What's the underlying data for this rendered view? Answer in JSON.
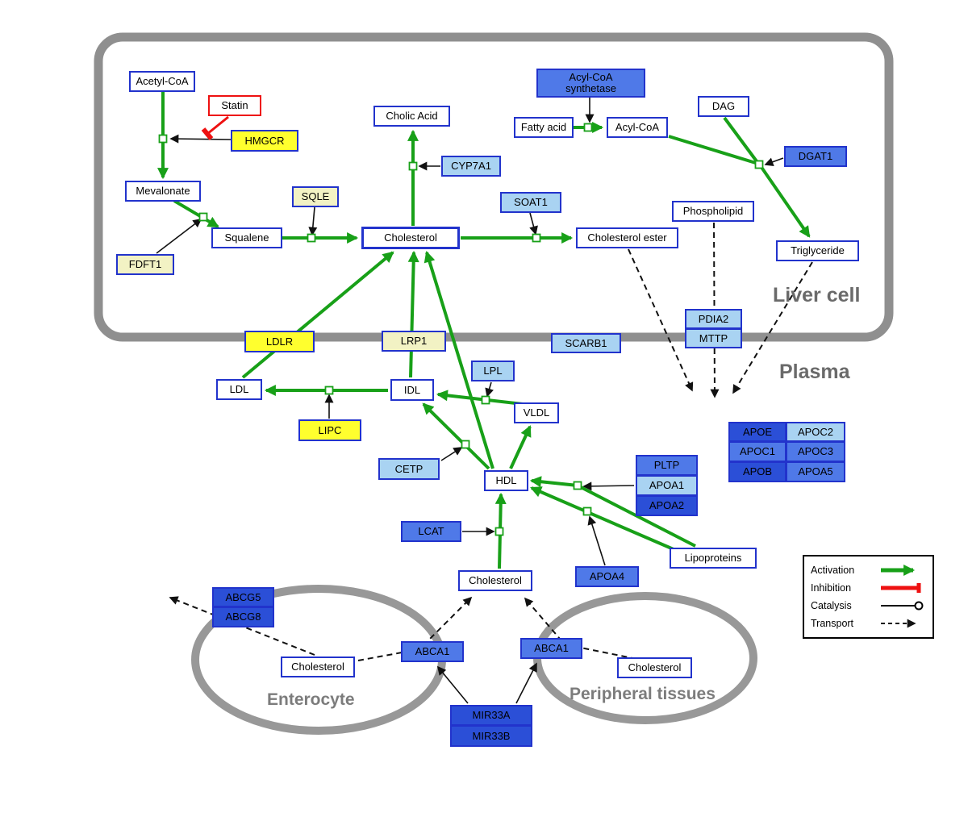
{
  "compartments": {
    "liver": "Liver cell",
    "plasma": "Plasma",
    "enterocyte": "Enterocyte",
    "peripheral": "Peripheral tissues"
  },
  "legend": {
    "activation": "Activation",
    "inhibition": "Inhibition",
    "catalysis": "Catalysis",
    "transport": "Transport"
  },
  "colors": {
    "activation_green": "#18a018",
    "inhibition_red": "#ee1111",
    "node_border_blue": "#2233cc",
    "compartment_gray": "#8f8f8f",
    "fill_yellow": "#ffff2e",
    "fill_pale_yellow": "#f2f2c4",
    "fill_light_blue": "#a9d3f2",
    "fill_medium_blue": "#4f79e8",
    "fill_dark_blue": "#2b4fd7"
  },
  "nodes": {
    "acetyl_coa": "Acetyl-CoA",
    "statin": "Statin",
    "hmgcr": "HMGCR",
    "mevalonate": "Mevalonate",
    "fdft1": "FDFT1",
    "squalene": "Squalene",
    "sqle": "SQLE",
    "cholic_acid": "Cholic Acid",
    "cyp7a1": "CYP7A1",
    "cholesterol_liver": "Cholesterol",
    "soat1": "SOAT1",
    "cholesterol_ester": "Cholesterol ester",
    "acyl_coa_synthetase": "Acyl-CoA synthetase",
    "fatty_acid": "Fatty acid",
    "acyl_coa": "Acyl-CoA",
    "dag": "DAG",
    "dgat1": "DGAT1",
    "phospholipid": "Phospholipid",
    "triglyceride": "Triglyceride",
    "pdia2": "PDIA2",
    "mttp": "MTTP",
    "ldlr": "LDLR",
    "lrp1": "LRP1",
    "scarb1": "SCARB1",
    "ldl": "LDL",
    "idl": "IDL",
    "lpl": "LPL",
    "vldl": "VLDL",
    "lipc": "LIPC",
    "cetp": "CETP",
    "hdl": "HDL",
    "pltp": "PLTP",
    "apoa1": "APOA1",
    "apoa2": "APOA2",
    "apoe": "APOE",
    "apoc2": "APOC2",
    "apoc1": "APOC1",
    "apoc3": "APOC3",
    "apob": "APOB",
    "apoa5": "APOA5",
    "lcat": "LCAT",
    "apoa4": "APOA4",
    "lipoproteins": "Lipoproteins",
    "cholesterol_plasma": "Cholesterol",
    "abcg5": "ABCG5",
    "abcg8": "ABCG8",
    "cholesterol_enterocyte": "Cholesterol",
    "abca1_enterocyte": "ABCA1",
    "abca1_peripheral": "ABCA1",
    "cholesterol_peripheral": "Cholesterol",
    "mir33a": "MIR33A",
    "mir33b": "MIR33B"
  }
}
